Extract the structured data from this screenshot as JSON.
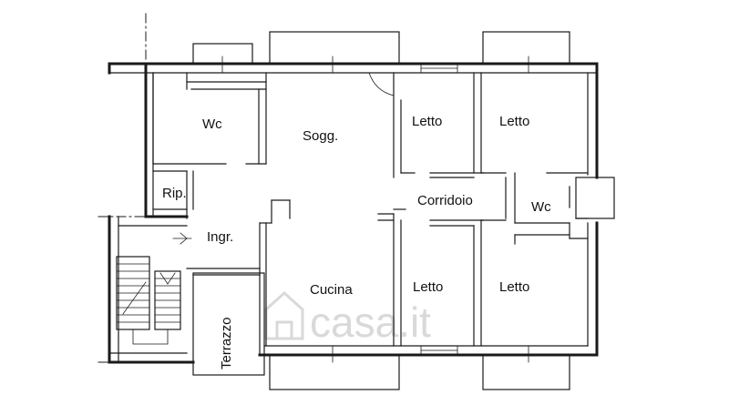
{
  "rooms": {
    "wc_left": "Wc",
    "soggiorno": "Sogg.",
    "letto_top_1": "Letto",
    "letto_top_2": "Letto",
    "ripostiglio": "Rip.",
    "corridoio": "Corridoio",
    "wc_right": "Wc",
    "ingresso": "Ingr.",
    "cucina": "Cucina",
    "letto_bottom_1": "Letto",
    "letto_bottom_2": "Letto",
    "terrazzo": "Terrazzo"
  },
  "watermark": {
    "brand": "casa.it"
  }
}
